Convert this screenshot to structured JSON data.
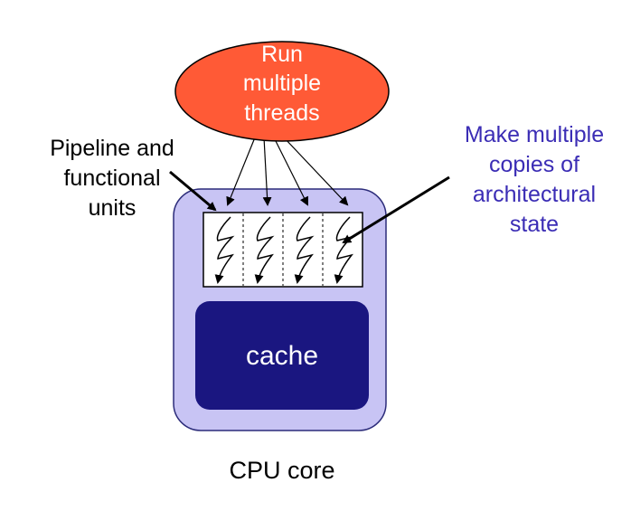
{
  "ellipse": {
    "lines": [
      "Run",
      "multiple",
      "threads"
    ],
    "color": "#ff5a36"
  },
  "left_label": {
    "lines": [
      "Pipeline and",
      "functional",
      "units"
    ]
  },
  "right_label": {
    "lines": [
      "Make multiple",
      "copies of",
      "architectural",
      "state"
    ],
    "color": "#3b2db5"
  },
  "core": {
    "fill": "#c8c4f4",
    "stroke": "#2c2c7a"
  },
  "cache": {
    "label": "cache",
    "fill": "#1a1680",
    "text_color": "#ffffff"
  },
  "caption": {
    "label": "CPU core"
  },
  "thread_count": 4
}
